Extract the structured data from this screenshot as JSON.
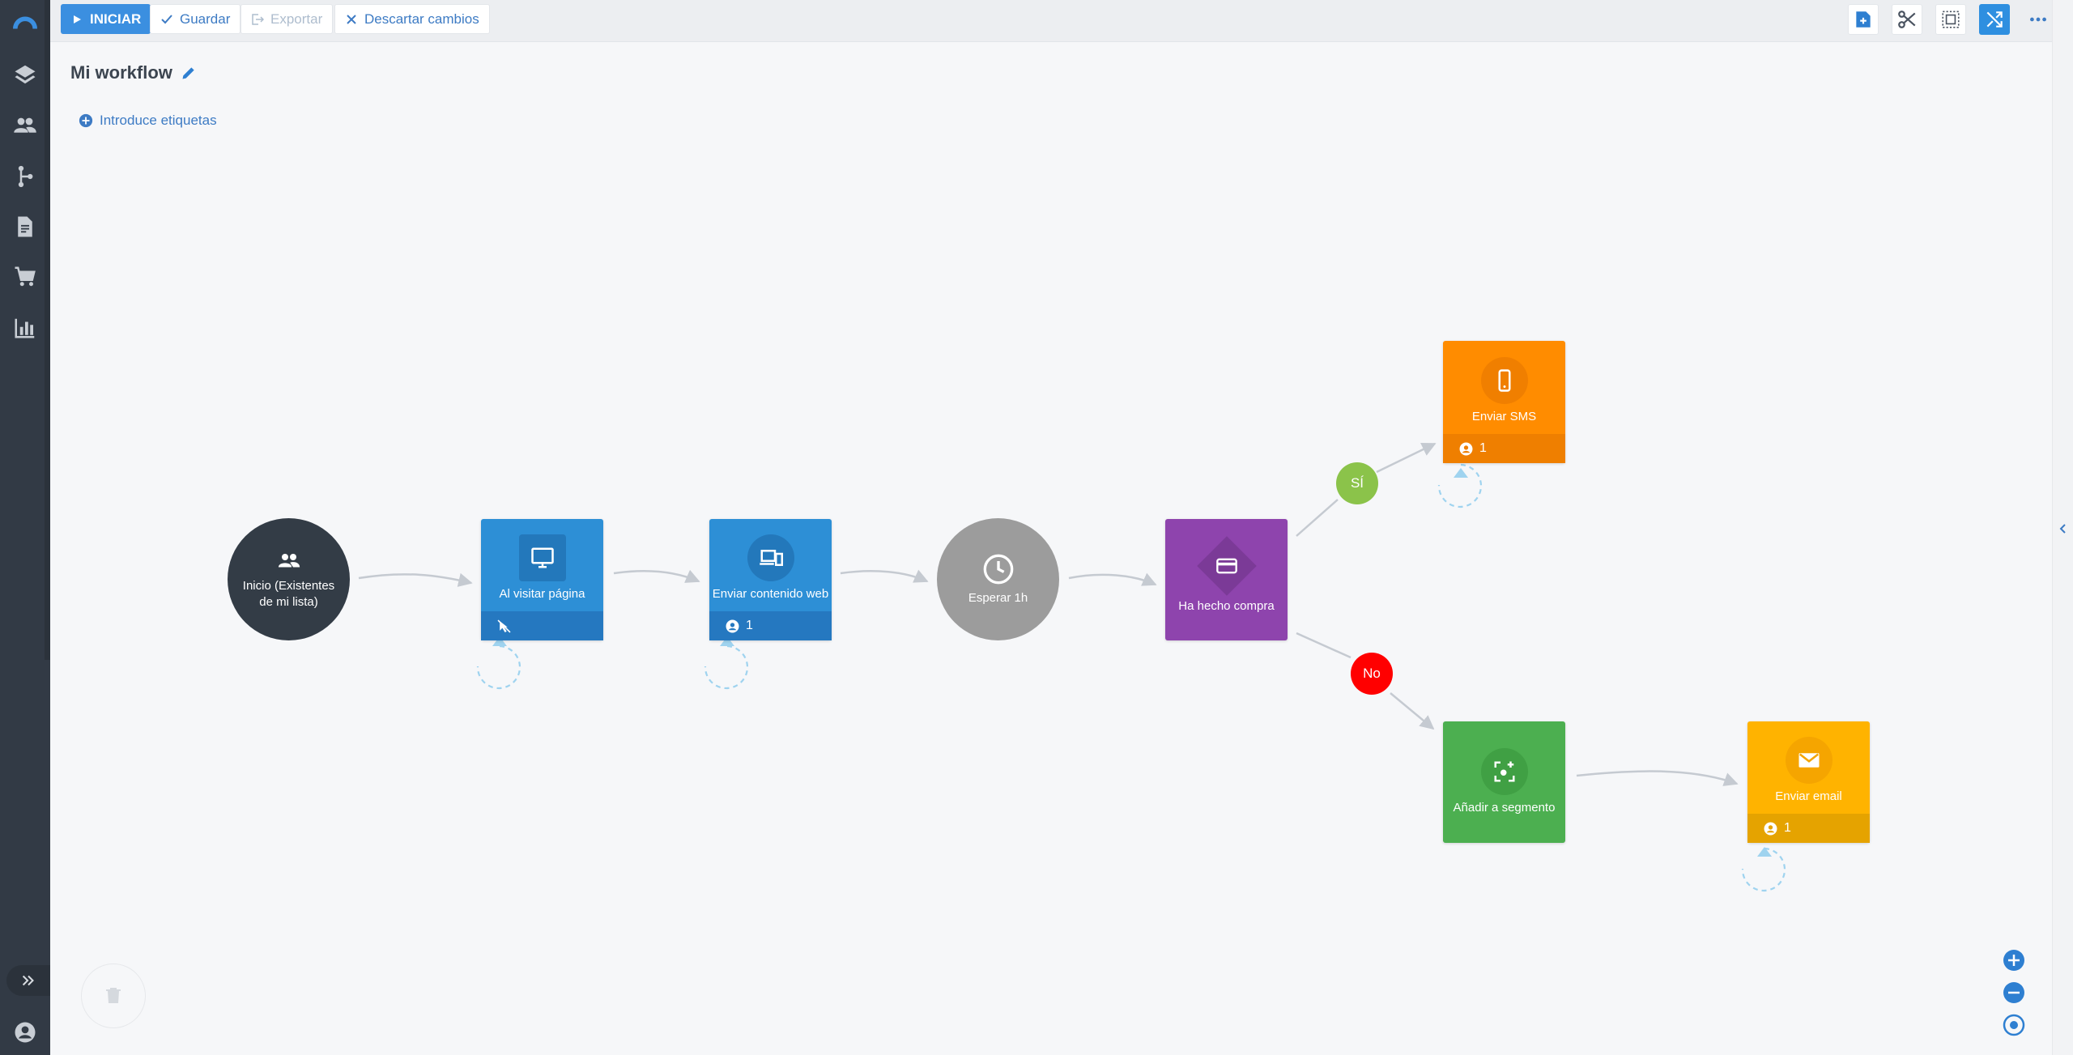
{
  "toolbar": {
    "start_label": "INICIAR",
    "save_label": "Guardar",
    "export_label": "Exportar",
    "discard_label": "Descartar cambios"
  },
  "workflow": {
    "title": "Mi workflow",
    "tags_label": "Introduce etiquetas"
  },
  "nodes": {
    "start": {
      "label": "Inicio (Existentes de mi lista)"
    },
    "visit_page": {
      "label": "Al visitar página"
    },
    "send_web": {
      "label": "Enviar contenido web",
      "count": "1"
    },
    "wait": {
      "label": "Esperar 1h"
    },
    "purchase": {
      "label": "Ha hecho compra"
    },
    "sms": {
      "label": "Enviar SMS",
      "count": "1"
    },
    "segment": {
      "label": "Añadir a segmento"
    },
    "email": {
      "label": "Enviar email",
      "count": "1"
    }
  },
  "branches": {
    "yes": "SÍ",
    "no": "No"
  },
  "colors": {
    "sidebar": "#323a45",
    "primary": "#3b8fe0",
    "blue_node": "#2d8fd6",
    "start_node": "#333c46",
    "wait_node": "#9c9c9c",
    "condition_node": "#8e44ad",
    "sms_node": "#ff8c00",
    "segment_node": "#4caf50",
    "email_node": "#ffb300",
    "yes_badge": "#8bc34a",
    "no_badge": "#ff0000"
  }
}
